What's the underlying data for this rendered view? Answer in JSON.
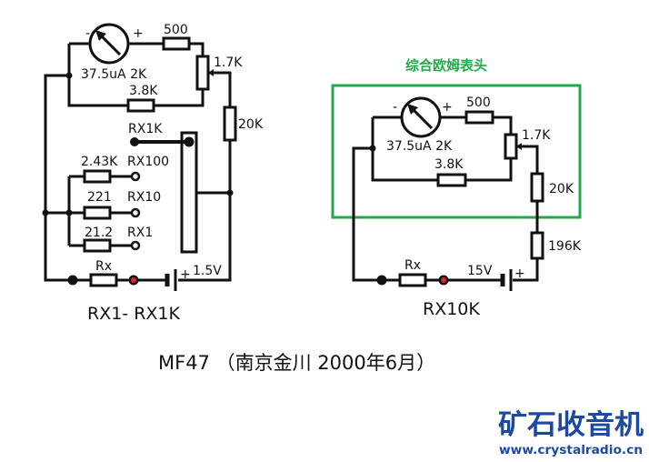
{
  "left_circuit": {
    "meter_minus": "-",
    "meter_plus": "+",
    "meter_label": "37.5uA  2K",
    "r_series": "500",
    "r_pot": "1.7K",
    "r_shunt": "3.8K",
    "r_20k": "20K",
    "switch_rx1k": "RX1K",
    "r_243k": "2.43K",
    "switch_rx100": "RX100",
    "r_221": "221",
    "switch_rx10": "RX10",
    "r_212": "21.2",
    "switch_rx1": "RX1",
    "rx": "Rx",
    "battery_plus": "+",
    "battery": "1.5V",
    "caption": "RX1- RX1K"
  },
  "right_circuit": {
    "box_title": "综合欧姆表头",
    "meter_minus": "-",
    "meter_plus": "+",
    "meter_label": "37.5uA  2K",
    "r_series": "500",
    "r_pot": "1.7K",
    "r_shunt": "3.8K",
    "r_20k": "20K",
    "r_196k": "196K",
    "rx": "Rx",
    "battery": "15V",
    "battery_plus": "+",
    "caption": "RX10K"
  },
  "footer": {
    "title": "MF47 （南京金川 2000年6月）",
    "brand": "矿石收音机",
    "url": "www.crystalradio.cn"
  },
  "colors": {
    "box": "#22aa4a",
    "probe_red": "#e8202a",
    "brand": "#1b4aa0"
  }
}
